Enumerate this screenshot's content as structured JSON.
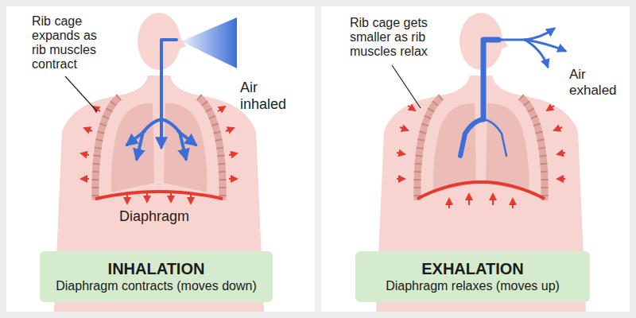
{
  "diagram": {
    "nodes": [
      {
        "text": [
          "INHALATION",
          "Diaphragm contracts (moves down)"
        ]
      },
      {
        "text": [
          "EXHALATION",
          "Diaphragm relaxes (moves up)"
        ]
      }
    ],
    "labels": [
      "Rib cage expands as rib muscles contract",
      "Air inhaled",
      "Diaphragm",
      "Rib cage gets smaller as rib muscles relax",
      "Air exhaled"
    ]
  }
}
